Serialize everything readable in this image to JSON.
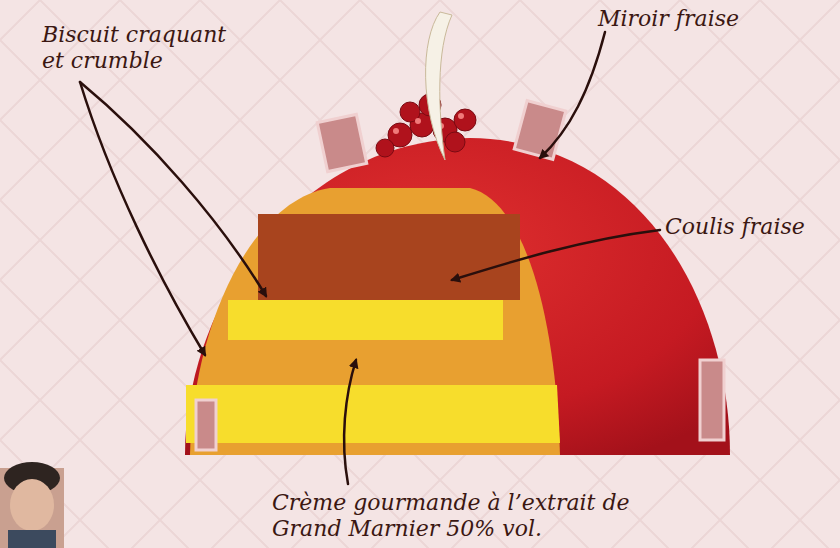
{
  "diagram": {
    "labels": [
      "Biscuit craquant et crumble",
      "Miroir fraise",
      "Coulis fraise",
      "Crème gourmande à l’extrait de Grand Marnier 50% vol."
    ]
  }
}
